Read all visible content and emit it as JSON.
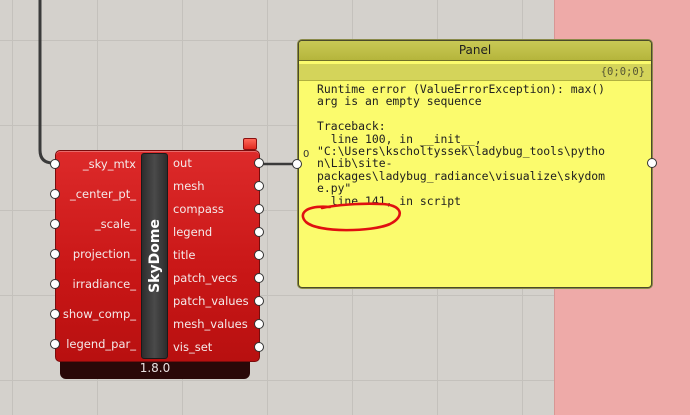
{
  "component": {
    "name": "SkyDome",
    "version": "1.8.0",
    "inputs": [
      "_sky_mtx",
      "_center_pt_",
      "_scale_",
      "projection_",
      "irradiance_",
      "show_comp_",
      "legend_par_"
    ],
    "outputs": [
      "out",
      "mesh",
      "compass",
      "legend",
      "title",
      "patch_vecs",
      "patch_values",
      "mesh_values",
      "vis_set"
    ],
    "color": "#cc1a1a"
  },
  "panel": {
    "title": "Panel",
    "path": "{0;0;0}",
    "index": "0",
    "lines": [
      "Runtime error (ValueErrorException): max()",
      "arg is an empty sequence",
      "",
      "Traceback:",
      "  line 100, in __init__,",
      "\"C:\\Users\\kscholtyssek\\ladybug_tools\\pytho",
      "n\\Lib\\site-",
      "packages\\ladybug_radiance\\visualize\\skydom",
      "e.py\"",
      "  line 141, in script"
    ],
    "color": "#fbfb6d"
  },
  "annotation": {
    "color": "#e01010"
  }
}
